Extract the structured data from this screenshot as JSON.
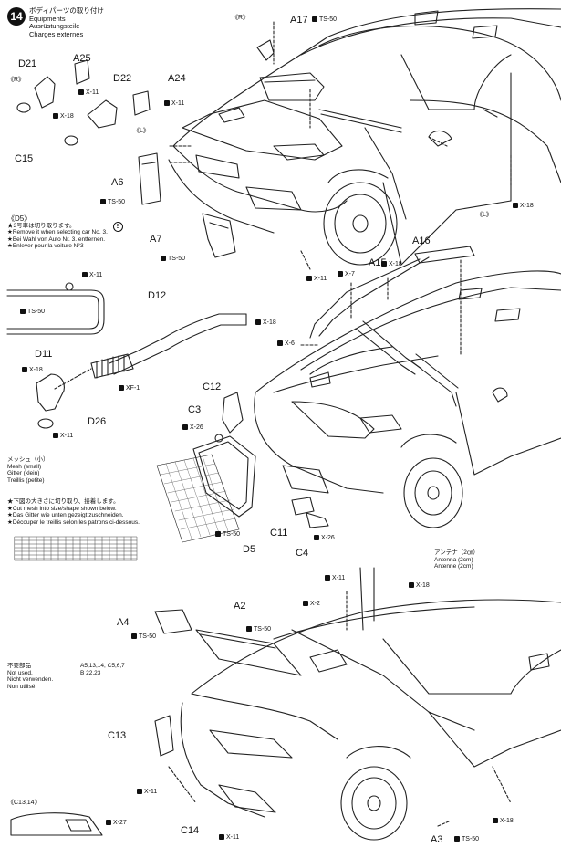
{
  "step": {
    "number": "14",
    "title_jp": "ボディパーツの取り付け",
    "title_en": "Equipments",
    "title_de": "Ausrüstungsteile",
    "title_fr": "Charges externes"
  },
  "labels": {
    "r_top": "《R》",
    "r_left": "《R》",
    "l_left": "《L》",
    "l_right": "《L》",
    "a17": "A17",
    "d21": "D21",
    "a25": "A25",
    "d22": "D22",
    "a24": "A24",
    "c15": "C15",
    "a6": "A6",
    "a7": "A7",
    "circle9": "9",
    "d5_note_head": "《D5》",
    "d12": "D12",
    "d11": "D11",
    "d26": "D26",
    "a15": "A15",
    "a16": "A16",
    "c12": "C12",
    "c3": "C3",
    "c11": "C11",
    "c4": "C4",
    "d5": "D5",
    "a4": "A4",
    "a2": "A2",
    "c13": "C13",
    "c14": "C14",
    "a3": "A3",
    "c1314_head": "《C13,14》"
  },
  "screws": {
    "ts50_a17": "TS-50",
    "x11_d21": "X-11",
    "x18_d21": "X-18",
    "x11_a24": "X-11",
    "ts50_a6": "TS-50",
    "ts50_a7": "TS-50",
    "x11_a7": "X-11",
    "x18_right": "X-18",
    "x11_d5note": "X-11",
    "ts50_d5note": "TS-50",
    "x18_d12": "X-18",
    "x18_d11": "X-18",
    "xf1": "XF-1",
    "x11_d26": "X-11",
    "x7": "X-7",
    "x18_a15": "X-18",
    "x6": "X-6",
    "x26_c3": "X-26",
    "x26_c4": "X-26",
    "ts50_d5": "TS-50",
    "x11_ant": "X-11",
    "x18_ant": "X-18",
    "x2": "X-2",
    "ts50_a4": "TS-50",
    "ts50_a2": "TS-50",
    "x11_c13": "X-11",
    "x11_c14": "X-11",
    "x18_a3": "X-18",
    "ts50_a3": "TS-50",
    "x27": "X-27"
  },
  "notes": {
    "d5_jp": "★3号車は切り取ります。",
    "d5_en": "★Remove it when selecting car No. 3.",
    "d5_de": "★Bei Wahl von Auto Nr. 3. entfernen.",
    "d5_fr": "★Enlever pour la voiture N°3",
    "mesh_jp": "メッシュ（小）",
    "mesh_en": "Mesh (small)",
    "mesh_de": "Gitter (klein)",
    "mesh_fr": "Treillis (petite)",
    "cut_jp": "★下図の大きさに切り取り、接着します。",
    "cut_en": "★Cut mesh into size/shape shown below.",
    "cut_de": "★Das Gitter wie unten gezeigt zuschneiden.",
    "cut_fr": "★Découper le treillis selon les patrons ci-dessous.",
    "antenna_jp": "アンテナ（2㎝）",
    "antenna_en": "Antenna (2cm)",
    "antenna_fr": "Antenne (2cm)",
    "unused_jp": "不要部品",
    "unused_en": "Not used.",
    "unused_de": "Nicht verwenden.",
    "unused_fr": "Non utilisé.",
    "unused_list1": "A5,13,14, C5,6,7",
    "unused_list2": "B 22,23"
  }
}
